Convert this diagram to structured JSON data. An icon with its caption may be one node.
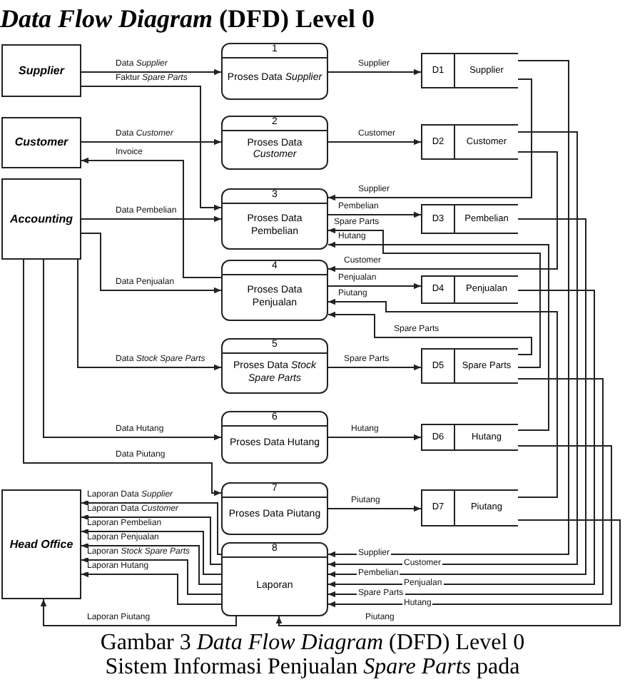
{
  "diagram": {
    "title": "*Data Flow Diagram* (DFD) Level 0",
    "caption": "Gambar 3 *Data Flow Diagram* (DFD) Level 0 Sistem Informasi Penjualan *Spare Parts* pada",
    "nodes": [
      {
        "text": [
          "Supplier"
        ]
      },
      {
        "text": [
          "1",
          "Proses Data *Supplier*"
        ]
      },
      {
        "text": [
          "D1",
          "Supplier"
        ]
      },
      {
        "text": [
          "Customer"
        ]
      },
      {
        "text": [
          "2",
          "Proses Data *Customer*"
        ]
      },
      {
        "text": [
          "D2",
          "Customer"
        ]
      },
      {
        "text": [
          "Accounting"
        ]
      },
      {
        "text": [
          "3",
          "Proses Data Pembelian"
        ]
      },
      {
        "text": [
          "D3",
          "Pembelian"
        ]
      },
      {
        "text": [
          "4",
          "Proses Data Penjualan"
        ]
      },
      {
        "text": [
          "D4",
          "Penjualan"
        ]
      },
      {
        "text": [
          "5",
          "Proses Data *Stock Spare Parts*"
        ]
      },
      {
        "text": [
          "D5",
          "Spare Parts"
        ]
      },
      {
        "text": [
          "6",
          "Proses Data Hutang"
        ]
      },
      {
        "text": [
          "D6",
          "Hutang"
        ]
      },
      {
        "text": [
          "7",
          "Proses Data Piutang"
        ]
      },
      {
        "text": [
          "D7",
          "Piutang"
        ]
      },
      {
        "text": [
          "Head Office"
        ]
      },
      {
        "text": [
          "8",
          "Laporan"
        ]
      }
    ],
    "edges": [
      {
        "from": 0,
        "to": 1,
        "arrow": "to",
        "label": "Data *Supplier*"
      },
      {
        "from": 0,
        "to": 7,
        "arrow": "to",
        "label": "Faktur *Spare Parts*"
      },
      {
        "from": 3,
        "to": 4,
        "arrow": "to",
        "label": "Data *Customer*"
      },
      {
        "from": 9,
        "to": 3,
        "arrow": "to",
        "label": "Invoice"
      },
      {
        "from": 6,
        "to": 7,
        "arrow": "to",
        "label": "Data Pembelian"
      },
      {
        "from": 6,
        "to": 9,
        "arrow": "to",
        "label": "Data Penjualan"
      },
      {
        "from": 6,
        "to": 11,
        "arrow": "to",
        "label": "Data *Stock Spare Parts*"
      },
      {
        "from": 6,
        "to": 13,
        "arrow": "to",
        "label": "Data Hutang"
      },
      {
        "from": 6,
        "to": 15,
        "arrow": "to",
        "label": "Data Piutang"
      },
      {
        "from": 1,
        "to": 2,
        "arrow": "to",
        "label": "Supplier"
      },
      {
        "from": 4,
        "to": 5,
        "arrow": "to",
        "label": "Customer"
      },
      {
        "from": 2,
        "to": 7,
        "arrow": "to",
        "label": "Supplier"
      },
      {
        "from": 7,
        "to": 8,
        "arrow": "to",
        "label": "Pembelian"
      },
      {
        "from": 12,
        "to": 7,
        "arrow": "to",
        "label": "Spare Parts"
      },
      {
        "from": 14,
        "to": 7,
        "arrow": "to",
        "label": "Hutang"
      },
      {
        "from": 5,
        "to": 9,
        "arrow": "to",
        "label": "Customer"
      },
      {
        "from": 9,
        "to": 10,
        "arrow": "to",
        "label": "Penjualan"
      },
      {
        "from": 16,
        "to": 9,
        "arrow": "to",
        "label": "Piutang"
      },
      {
        "from": 12,
        "to": 9,
        "arrow": "to",
        "label": "Spare Parts"
      },
      {
        "from": 11,
        "to": 12,
        "arrow": "to",
        "label": "Spare Parts"
      },
      {
        "from": 13,
        "to": 14,
        "arrow": "to",
        "label": "Hutang"
      },
      {
        "from": 15,
        "to": 16,
        "arrow": "to",
        "label": "Piutang"
      },
      {
        "from": 2,
        "to": 18,
        "arrow": "to",
        "label": "Supplier"
      },
      {
        "from": 5,
        "to": 18,
        "arrow": "to",
        "label": "Customer"
      },
      {
        "from": 8,
        "to": 18,
        "arrow": "to",
        "label": "Pembelian"
      },
      {
        "from": 10,
        "to": 18,
        "arrow": "to",
        "label": "Penjualan"
      },
      {
        "from": 12,
        "to": 18,
        "arrow": "to",
        "label": "Spare Parts"
      },
      {
        "from": 14,
        "to": 18,
        "arrow": "to",
        "label": "Hutang"
      },
      {
        "from": 16,
        "to": 18,
        "arrow": "to",
        "label": "Piutang"
      },
      {
        "from": 18,
        "to": 17,
        "arrow": "to",
        "label": "Laporan Data *Supplier*"
      },
      {
        "from": 18,
        "to": 17,
        "arrow": "to",
        "label": "Laporan Data *Customer*"
      },
      {
        "from": 18,
        "to": 17,
        "arrow": "to",
        "label": "Laporan Pembelian"
      },
      {
        "from": 18,
        "to": 17,
        "arrow": "to",
        "label": "Laporan Penjualan"
      },
      {
        "from": 18,
        "to": 17,
        "arrow": "to",
        "label": "Laporan *Stock Spare Parts*"
      },
      {
        "from": 18,
        "to": 17,
        "arrow": "to",
        "label": "Laporan Hutang"
      },
      {
        "from": 18,
        "to": 17,
        "arrow": "to",
        "label": "Laporan Piutang"
      }
    ]
  }
}
